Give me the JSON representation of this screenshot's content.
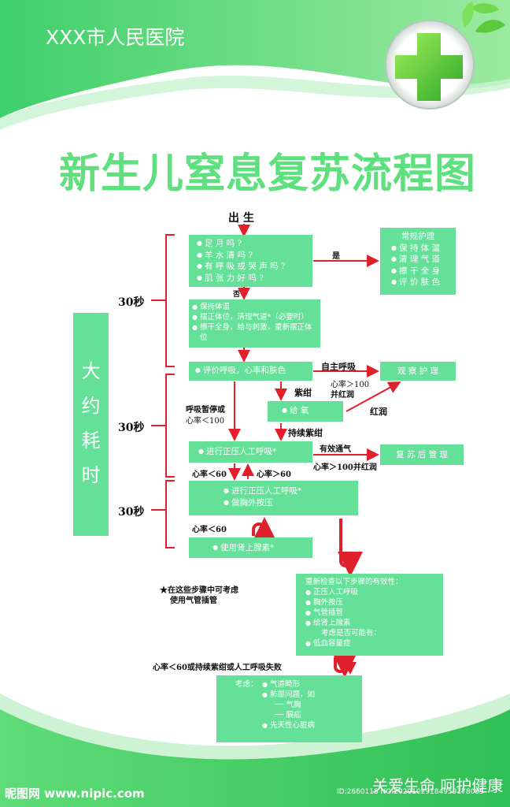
{
  "hospital_name": "XXX市人民医院",
  "title": "新生儿窒息复苏流程图",
  "side_label": [
    "大",
    "约",
    "耗",
    "时"
  ],
  "birth": "出 生",
  "time_30s": "30秒",
  "boxes": {
    "assess": [
      "足 月 吗 ?",
      "羊 水 清 吗 ?",
      "有 呼 吸 或 哭 声 吗 ?",
      "肌 张 力 好 吗 ?"
    ],
    "routine_title": "常规护理",
    "routine": [
      "保 持 体 温",
      "清 理 气 道",
      "擦 干 全 身",
      "评 价 肤 色"
    ],
    "initial": [
      "保持体温",
      "摆正体位，清理气道*（必要时）",
      "擦干全身，给与刺激，重新摆正体位"
    ],
    "evaluate": "评价呼吸，心率和肤色",
    "observe": "观 察 护 理",
    "oxygen": "给 氧",
    "ppv": "进行正压人工呼吸*",
    "post": "复 苏 后 管 理",
    "ppv_cpr": [
      "进行正压人工呼吸*",
      "做胸外按压"
    ],
    "epi": "使用肾上腺素*",
    "recheck_title": "重新检查以下步骤的有效性：",
    "recheck": [
      "正压人工呼吸",
      "胸外按压",
      "气管插管",
      "给肾上腺素"
    ],
    "recheck_mid": "考虑是否可能有：",
    "recheck_last": "低血容量症",
    "consider_label": "考虑：",
    "consider": [
      "气道畸形",
      "肺部问题，如"
    ],
    "consider_sub": [
      "── 气胸",
      "── 膈疝"
    ],
    "consider_last": "先天性心脏病"
  },
  "labels": {
    "yes": "是",
    "no": "否",
    "spont_breath": "自主呼吸",
    "hr_gt100_pink": "心率＞100",
    "and_pink": "并红润",
    "cyanosis": "紫绀",
    "pink": "红润",
    "apnea": "呼吸暂停或",
    "hr_lt100": "心率＜100",
    "persistent_cyanosis": "持续紫绀",
    "effective_vent": "有效通气",
    "hr_gt100_and_pink": "心率＞100并红润",
    "hr_lt60": "心率＜60",
    "hr_gt60": "心率＞60",
    "hr_lt60_b": "心率＜60",
    "star_note": "★在这些步骤中可考虑",
    "star_note2": "使用气管插管",
    "fail_note": "心率＜60或持续紫绀或人工呼吸失败"
  },
  "footer": {
    "left": "昵图网 www.nipic.com",
    "slogan": "关爱生命 呵护健康",
    "id": "ID:2660115 NO:20201029184959178085"
  },
  "colors": {
    "green": "#64e098",
    "title_green": "#5fe07e",
    "red": "#e0202a"
  }
}
